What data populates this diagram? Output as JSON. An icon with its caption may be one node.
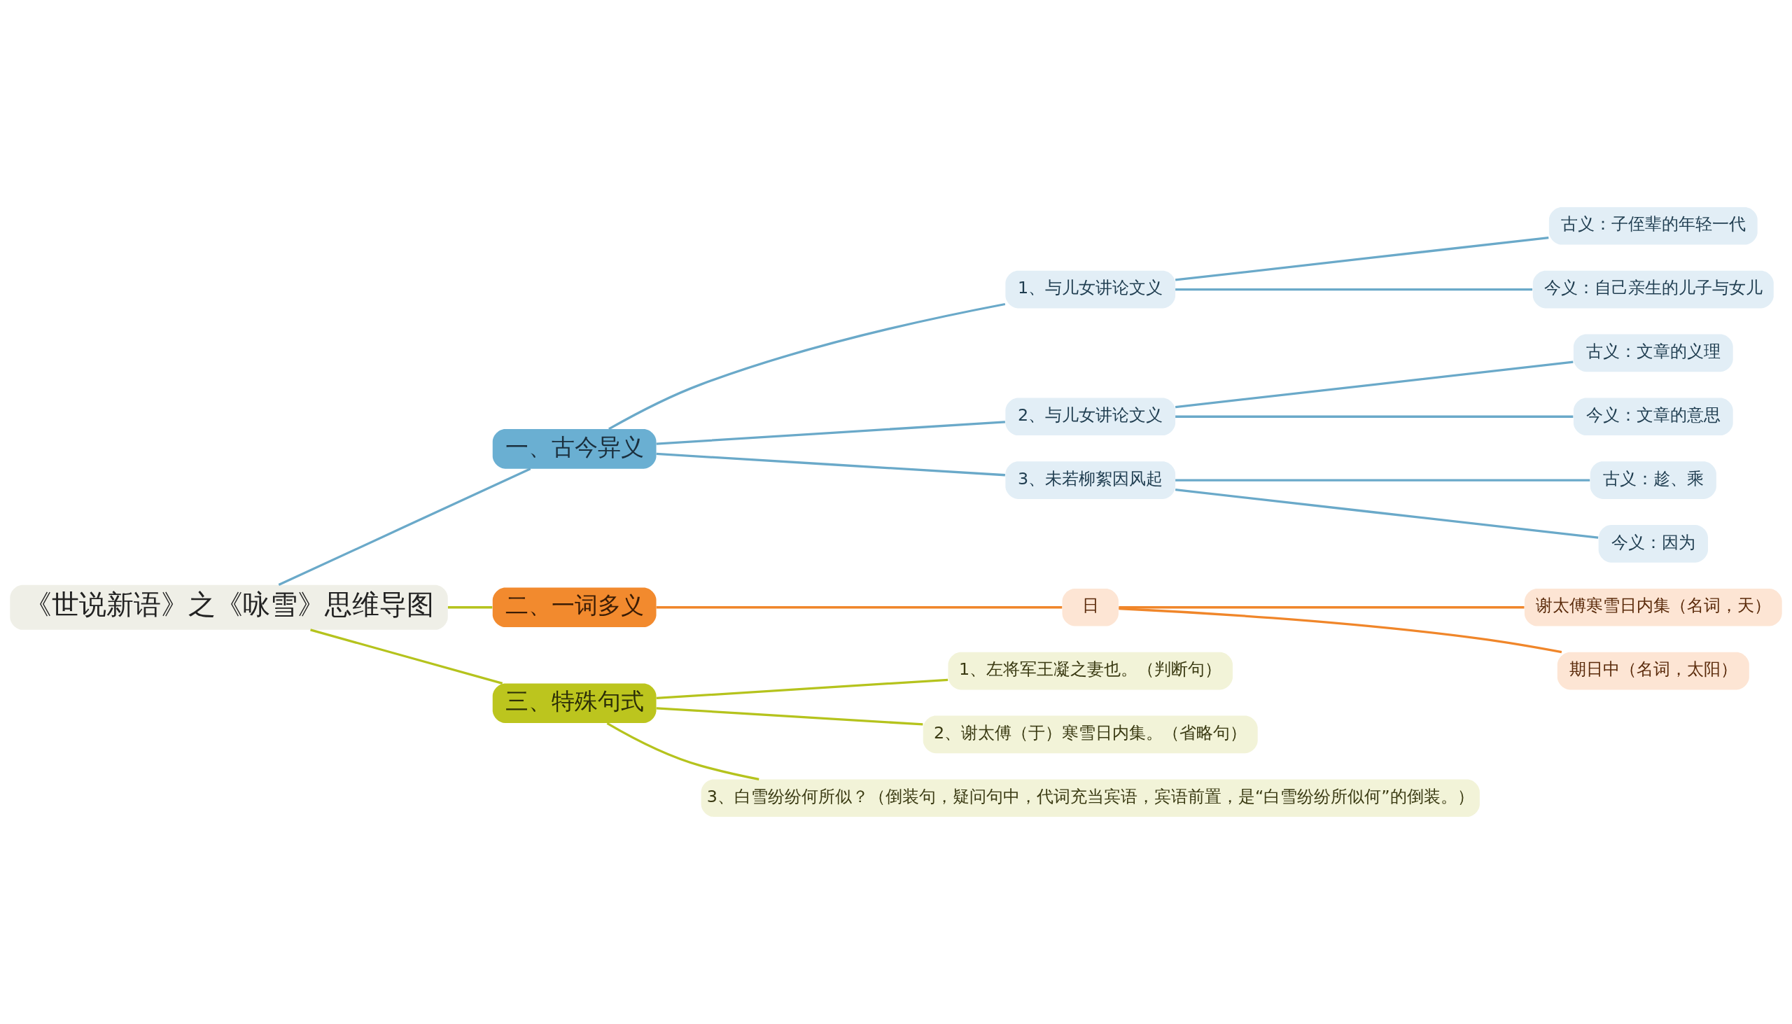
{
  "diagram": {
    "nodes": [
      {
        "text": [
          "《世说新语》之《咏雪》思维导图"
        ]
      },
      {
        "text": [
          "一、古今异义"
        ]
      },
      {
        "text": [
          "1、与儿女讲论文义"
        ]
      },
      {
        "text": [
          "古义：子侄辈的年轻一代"
        ]
      },
      {
        "text": [
          "今义：自己亲生的儿子与女儿"
        ]
      },
      {
        "text": [
          "2、与儿女讲论文义"
        ]
      },
      {
        "text": [
          "古义：文章的义理"
        ]
      },
      {
        "text": [
          "今义：文章的意思"
        ]
      },
      {
        "text": [
          "3、未若柳絮因风起"
        ]
      },
      {
        "text": [
          "古义：趁、乘"
        ]
      },
      {
        "text": [
          "今义：因为"
        ]
      },
      {
        "text": [
          "二、一词多义"
        ]
      },
      {
        "text": [
          "日"
        ]
      },
      {
        "text": [
          "谢太傅寒雪日内集（名词，天）"
        ]
      },
      {
        "text": [
          "期日中（名词，太阳）"
        ]
      },
      {
        "text": [
          "三、特殊句式"
        ]
      },
      {
        "text": [
          "1、左将军王凝之妻也。（判断句）"
        ]
      },
      {
        "text": [
          "2、谢太傅（于）寒雪日内集。（省略句）"
        ]
      },
      {
        "text": [
          "3、白雪纷纷何所似？（倒装句，疑问句中，代词充当宾语，宾语前置，是“白雪纷纷所似何”的倒装。）"
        ]
      }
    ],
    "edges": [
      {
        "from": 0,
        "to": 1,
        "arrow": "none"
      },
      {
        "from": 1,
        "to": 2,
        "arrow": "none"
      },
      {
        "from": 2,
        "to": 3,
        "arrow": "none"
      },
      {
        "from": 2,
        "to": 4,
        "arrow": "none"
      },
      {
        "from": 1,
        "to": 5,
        "arrow": "none"
      },
      {
        "from": 5,
        "to": 6,
        "arrow": "none"
      },
      {
        "from": 5,
        "to": 7,
        "arrow": "none"
      },
      {
        "from": 1,
        "to": 8,
        "arrow": "none"
      },
      {
        "from": 8,
        "to": 9,
        "arrow": "none"
      },
      {
        "from": 8,
        "to": 10,
        "arrow": "none"
      },
      {
        "from": 0,
        "to": 11,
        "arrow": "none",
        "color": "#b5c31d"
      },
      {
        "from": 11,
        "to": 12,
        "arrow": "none",
        "color": "#f0862a"
      },
      {
        "from": 12,
        "to": 13,
        "arrow": "none",
        "color": "#f0862a"
      },
      {
        "from": 12,
        "to": 14,
        "arrow": "none",
        "color": "#f0862a"
      },
      {
        "from": 0,
        "to": 15,
        "arrow": "none",
        "color": "#b5c31d"
      },
      {
        "from": 15,
        "to": 16,
        "arrow": "none",
        "color": "#b5c31d"
      },
      {
        "from": 15,
        "to": 17,
        "arrow": "none",
        "color": "#b5c31d"
      },
      {
        "from": 15,
        "to": 18,
        "arrow": "none",
        "color": "#b5c31d"
      }
    ]
  }
}
